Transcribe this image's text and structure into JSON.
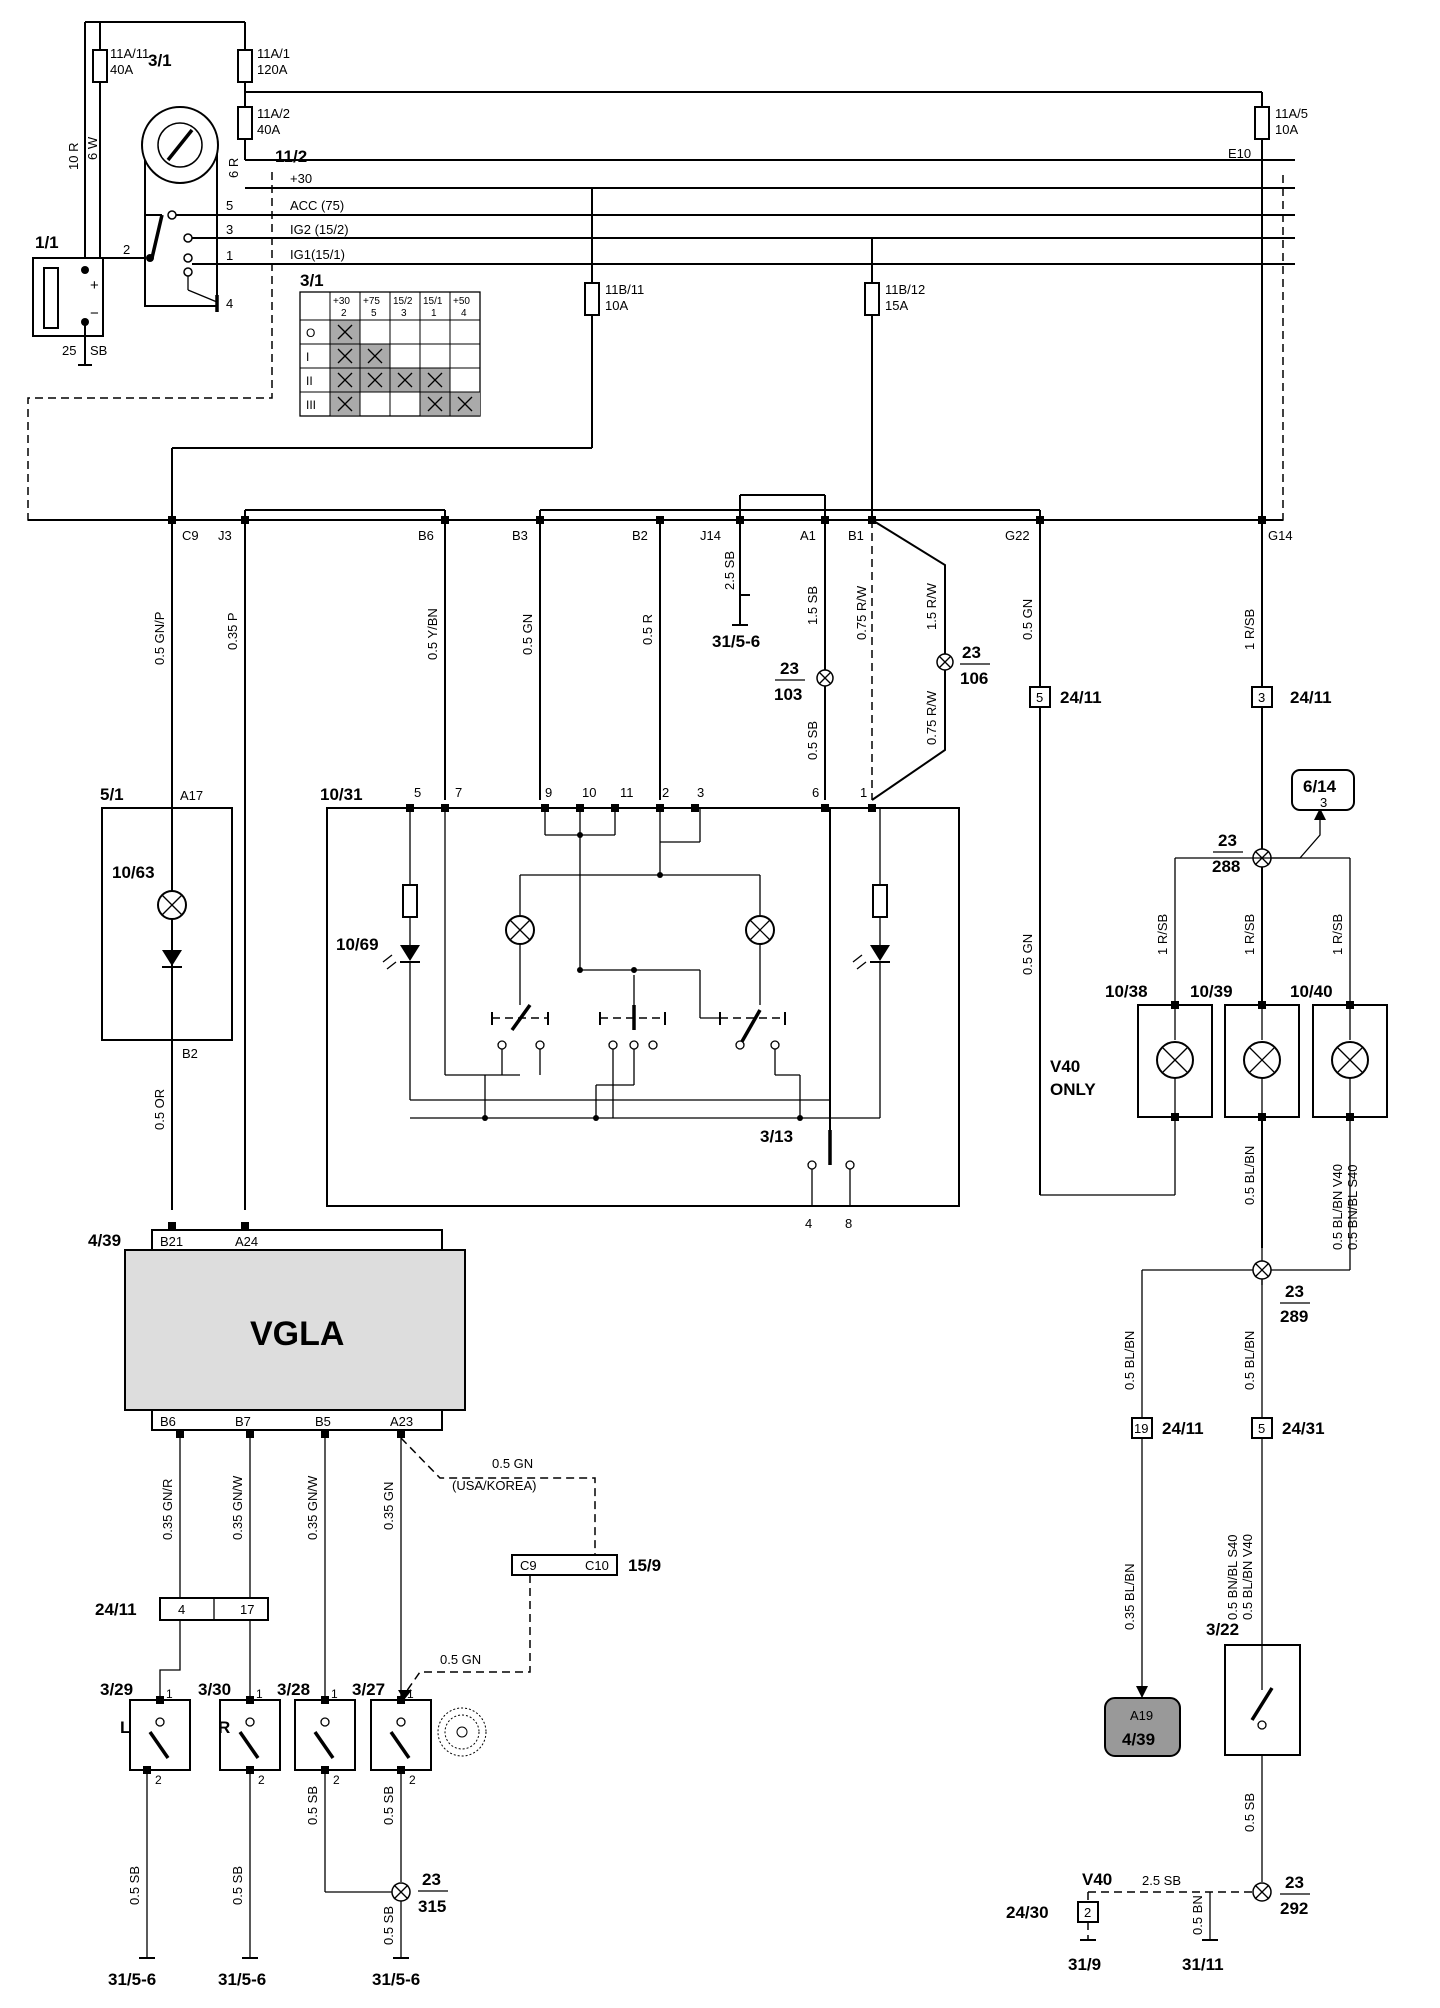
{
  "fuses": {
    "f11a11_id": "11A/11",
    "f11a11_val": "40A",
    "f11a1_id": "11A/1",
    "f11a1_val": "120A",
    "f11a2_id": "11A/2",
    "f11a2_val": "40A",
    "f11a5_id": "11A/5",
    "f11a5_val": "10A",
    "f11b11_id": "11B/11",
    "f11b11_val": "10A",
    "f11b12_id": "11B/12",
    "f11b12_val": "15A"
  },
  "bus": {
    "title": "11/2",
    "e10": "E10",
    "plus30": "+30",
    "acc": "ACC (75)",
    "ig2": "IG2 (15/2)",
    "ig1": "IG1(15/1)",
    "pin5": "5",
    "pin3": "3",
    "pin1": "1",
    "pin4": "4",
    "pin2": "2"
  },
  "ignition": {
    "id": "3/1",
    "table_id": "3/1",
    "headers": [
      "+30",
      "+75",
      "15/2",
      "15/1",
      "+50"
    ],
    "header_pins": [
      "2",
      "5",
      "3",
      "1",
      "4"
    ],
    "rows": [
      "O",
      "I",
      "II",
      "III"
    ]
  },
  "battery": {
    "id": "1/1",
    "ground": "25",
    "ground_color": "SB"
  },
  "wire_top": {
    "w1": "10 R",
    "w2": "6 W",
    "w3": "6 R"
  },
  "connectors": {
    "c9": "C9",
    "j3": "J3",
    "b6": "B6",
    "b3": "B3",
    "b2": "B2",
    "j14": "J14",
    "a1": "A1",
    "b1": "B1",
    "g22": "G22",
    "g14": "G14"
  },
  "wires": {
    "gnp": "0.5 GN/P",
    "p": "0.35 P",
    "ybn": "0.5 Y/BN",
    "gn1": "0.5 GN",
    "r": "0.5 R",
    "sb25": "2.5 SB",
    "sb15": "1.5 SB",
    "rw075": "0.75 R/W",
    "rw15": "1.5 R/W",
    "rw075b": "0.75 R/W",
    "sb05": "0.5 SB",
    "gn2": "0.5 GN",
    "rsb": "1 R/SB",
    "gn3": "0.5 GN",
    "or": "0.5 OR",
    "rsb1": "1 R/SB",
    "rsb2": "1 R/SB",
    "rsb3": "1 R/SB",
    "blbn1": "0.5 BL/BN",
    "blbn_a": "0.5 BL/BN V40",
    "blbn_b": "0.5 BN/BL S40",
    "blbn2": "0.5 BL/BN",
    "blbn3": "0.5 BL/BN",
    "blbn035": "0.35 BL/BN",
    "bnbl_a": "0.5 BN/BL S40",
    "bnbl_b": "0.5 BL/BN V40",
    "sb_322": "0.5 SB",
    "gnr": "0.35 GN/R",
    "gnw1": "0.35 GN/W",
    "gnw2": "0.35 GN/W",
    "gn035": "0.35 GN",
    "gn_usa": "0.5 GN",
    "usa": "(USA/KOREA)",
    "gn_159": "0.5 GN",
    "sbl1": "0.5 SB",
    "sbl2": "0.5 SB",
    "sbl3": "0.5 SB",
    "sbl4": "0.5 SB",
    "sbl5": "0.5 SB",
    "sb25b": "2.5 SB",
    "bn": "0.5 BN"
  },
  "splices": {
    "s23": "23",
    "s103": "103",
    "s106": "106",
    "s288": "288",
    "s289": "289",
    "s292": "292",
    "s315": "315"
  },
  "components": {
    "c51": "5/1",
    "c1063": "10/63",
    "a17": "A17",
    "b2pin": "B2",
    "c1031": "10/31",
    "c1069": "10/69",
    "c313": "3/13",
    "p5": "5",
    "p7": "7",
    "p9": "9",
    "p10": "10",
    "p11": "11",
    "p2": "2",
    "p3": "3",
    "p6": "6",
    "p1": "1",
    "p4": "4",
    "p8": "8",
    "c1038": "10/38",
    "c1039": "10/39",
    "c1040": "10/40",
    "v40only_a": "V40",
    "v40only_b": "ONLY",
    "c614": "6/14",
    "c614pin": "3",
    "c2411": "24/11",
    "c2411_5": "5",
    "c2411_3": "3",
    "c2411b": "24/11",
    "c2411b_19": "19",
    "c2431": "24/31",
    "c2431_5": "5",
    "c439ref_a": "A19",
    "c439ref_b": "4/39",
    "c322": "3/22"
  },
  "module": {
    "id": "4/39",
    "name": "VGLA",
    "top_pins": [
      "B21",
      "A24"
    ],
    "bottom_pins": [
      "B6",
      "B7",
      "B5",
      "A23"
    ]
  },
  "lower": {
    "c2411": "24/11",
    "c2411_4": "4",
    "c2411_17": "17",
    "c159": "15/9",
    "c159_c9": "C9",
    "c159_c10": "C10",
    "s329": "3/29",
    "s330": "3/30",
    "s328": "3/28",
    "s327": "3/27",
    "l": "L",
    "r": "R",
    "pin1": "1",
    "pin2": "2"
  },
  "grounds": {
    "g1": "31/5-6",
    "g2": "31/5-6",
    "g3": "31/5-6",
    "g4": "31/5-6",
    "g319": "31/9",
    "g3111": "31/11"
  },
  "bottom_right": {
    "v40": "V40",
    "c2430": "24/30",
    "c2430pin": "2"
  }
}
